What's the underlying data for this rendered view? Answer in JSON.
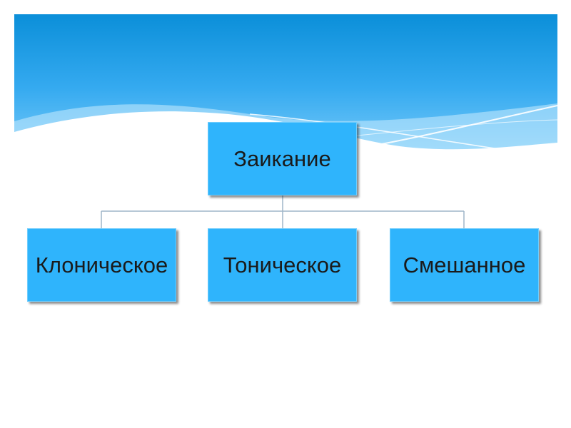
{
  "diagram": {
    "root": {
      "label": "Заикание"
    },
    "children": [
      {
        "label": "Клоническое"
      },
      {
        "label": "Тоническое"
      },
      {
        "label": "Смешанное"
      }
    ]
  },
  "colors": {
    "box_fill": "#2fb4fc",
    "connector": "#9fb6c8",
    "sky_top": "#0b8fd9",
    "sky_bottom": "#6cc9fb"
  }
}
